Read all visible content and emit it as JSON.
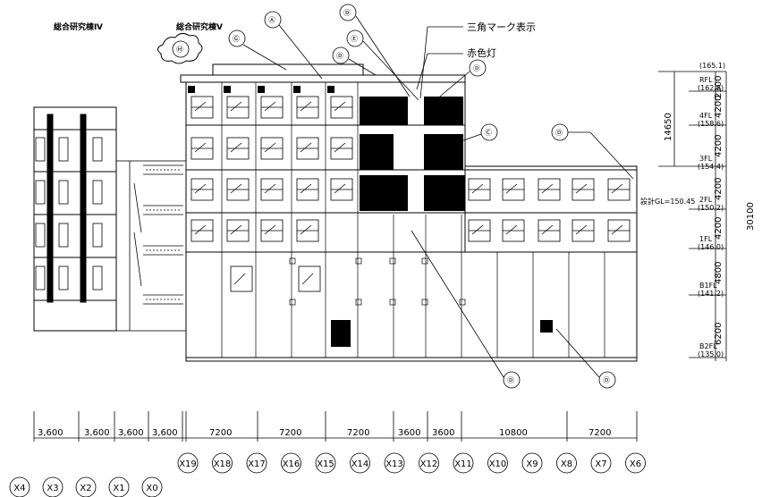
{
  "title_left": "総合研究棟Ⅳ",
  "title_right": "総合研究棟Ⅴ",
  "labels": {
    "triangle": "三角マーク表示",
    "red_lamp": "赤色灯",
    "ground": "設計GL=150.45"
  },
  "callouts": [
    "Ⓓ",
    "Ⓐ",
    "Ⓖ",
    "Ⓗ",
    "Ⓔ",
    "Ⓓ",
    "Ⓓ",
    "Ⓒ",
    "Ⓓ",
    "Ⓓ",
    "Ⓓ"
  ],
  "levels": [
    {
      "top": "(165.1)",
      "name": ""
    },
    {
      "top": "RFL",
      "name": "(162.8)"
    },
    {
      "top": "4FL",
      "name": "(158.6)"
    },
    {
      "top": "3FL",
      "name": "(154.4)"
    },
    {
      "top": "2FL",
      "name": "(150.2)"
    },
    {
      "top": "1FL",
      "name": "(146.0)"
    },
    {
      "top": "B1FL",
      "name": "(141.2)"
    },
    {
      "top": "B2FL",
      "name": "(135.0)"
    }
  ],
  "heights": [
    "2300",
    "4200",
    "4200",
    "4200",
    "4200",
    "4800",
    "6200"
  ],
  "total_height": "30100",
  "partial_height": "14650",
  "spans_left": [
    "3,600",
    "3,600",
    "3,600",
    "3,600"
  ],
  "spans_right": [
    "7200",
    "7200",
    "7200",
    "3600",
    "3600",
    "10800",
    "7200"
  ],
  "grid_row1": [
    "X19",
    "X18",
    "X17",
    "X16",
    "X15",
    "X14",
    "X13",
    "X12",
    "X11",
    "X10",
    "X9",
    "X8",
    "X7",
    "X6"
  ],
  "grid_row2": [
    "X4",
    "X3",
    "X2",
    "X1",
    "X0"
  ]
}
